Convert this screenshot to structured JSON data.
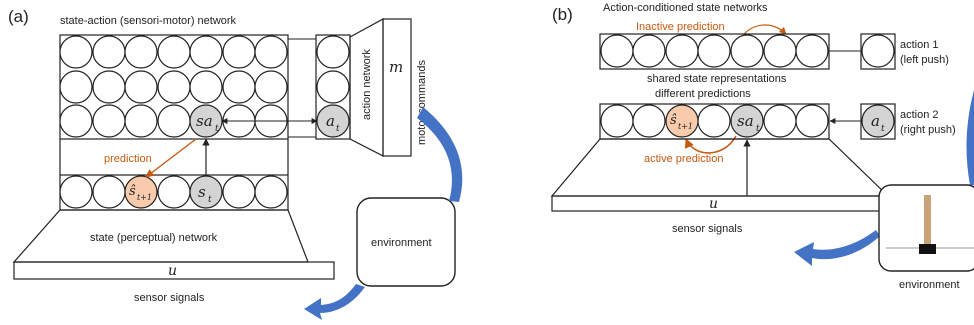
{
  "colors": {
    "stroke": "#222222",
    "highlight_grey": "#d4d4d4",
    "highlight_orange": "#f8cbad",
    "prediction_orange": "#c55a11",
    "flow_arrow_blue": "#4472c4"
  },
  "panel_a": {
    "label": "(a)",
    "state_action_title": "state-action (sensori-motor) network",
    "sa_node": "sa",
    "sa_sub": "t",
    "a_node": "a",
    "a_sub": "t",
    "action_network": "action network",
    "m_node": "m",
    "motor_commands": "motor commands",
    "prediction": "prediction",
    "s_hat": "ŝ",
    "s_hat_sub": "t+1",
    "s_node": "s",
    "s_sub": "t",
    "state_network": "state (perceptual) network",
    "environment": "environment",
    "u_node": "u",
    "sensor_signals": "sensor signals"
  },
  "panel_b": {
    "label": "(b)",
    "title": "Action-conditioned state networks",
    "inactive_prediction": "Inactive prediction",
    "action1_line1": "action 1",
    "action1_line2": "(left push)",
    "shared": "shared state representations",
    "different": "different predictions",
    "action2_line1": "action 2",
    "action2_line2": "(right push)",
    "s_hat": "ŝ",
    "s_hat_sub": "t+1",
    "sa_node": "sa",
    "sa_sub": "t",
    "a_node": "a",
    "a_sub": "t",
    "active_prediction": "active prediction",
    "u_node": "u",
    "sensor_signals": "sensor signals",
    "environment": "environment",
    "env_icon": "cart-pole-icon"
  }
}
